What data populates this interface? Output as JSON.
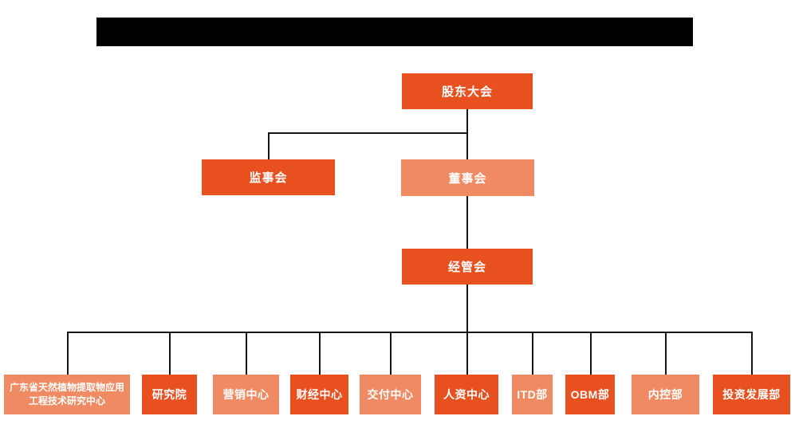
{
  "colors": {
    "primary_orange": "#E8511F",
    "secondary_salmon": "#EF8A62",
    "connector_line": "#161616",
    "node_text": "#ffffff",
    "redacted_bar": "#000000",
    "background": "#ffffff"
  },
  "title_bar": {
    "type": "redacted-black-rectangle"
  },
  "org_chart": {
    "nodes": {
      "shareholders": {
        "label": "股东大会",
        "variant": "primary"
      },
      "supervisory_board": {
        "label": "监事会",
        "variant": "primary"
      },
      "board_of_directors": {
        "label": "董事会",
        "variant": "secondary"
      },
      "management_committee": {
        "label": "经管会",
        "variant": "primary"
      },
      "departments": [
        {
          "label": "广东省天然植物提取物应用工程技术研究中心",
          "variant": "secondary"
        },
        {
          "label": "研究院",
          "variant": "primary"
        },
        {
          "label": "营销中心",
          "variant": "secondary"
        },
        {
          "label": "财经中心",
          "variant": "primary"
        },
        {
          "label": "交付中心",
          "variant": "secondary"
        },
        {
          "label": "人资中心",
          "variant": "primary"
        },
        {
          "label": "ITD部",
          "variant": "secondary"
        },
        {
          "label": "OBM部",
          "variant": "primary"
        },
        {
          "label": "内控部",
          "variant": "secondary"
        },
        {
          "label": "投资发展部",
          "variant": "primary"
        }
      ]
    }
  }
}
